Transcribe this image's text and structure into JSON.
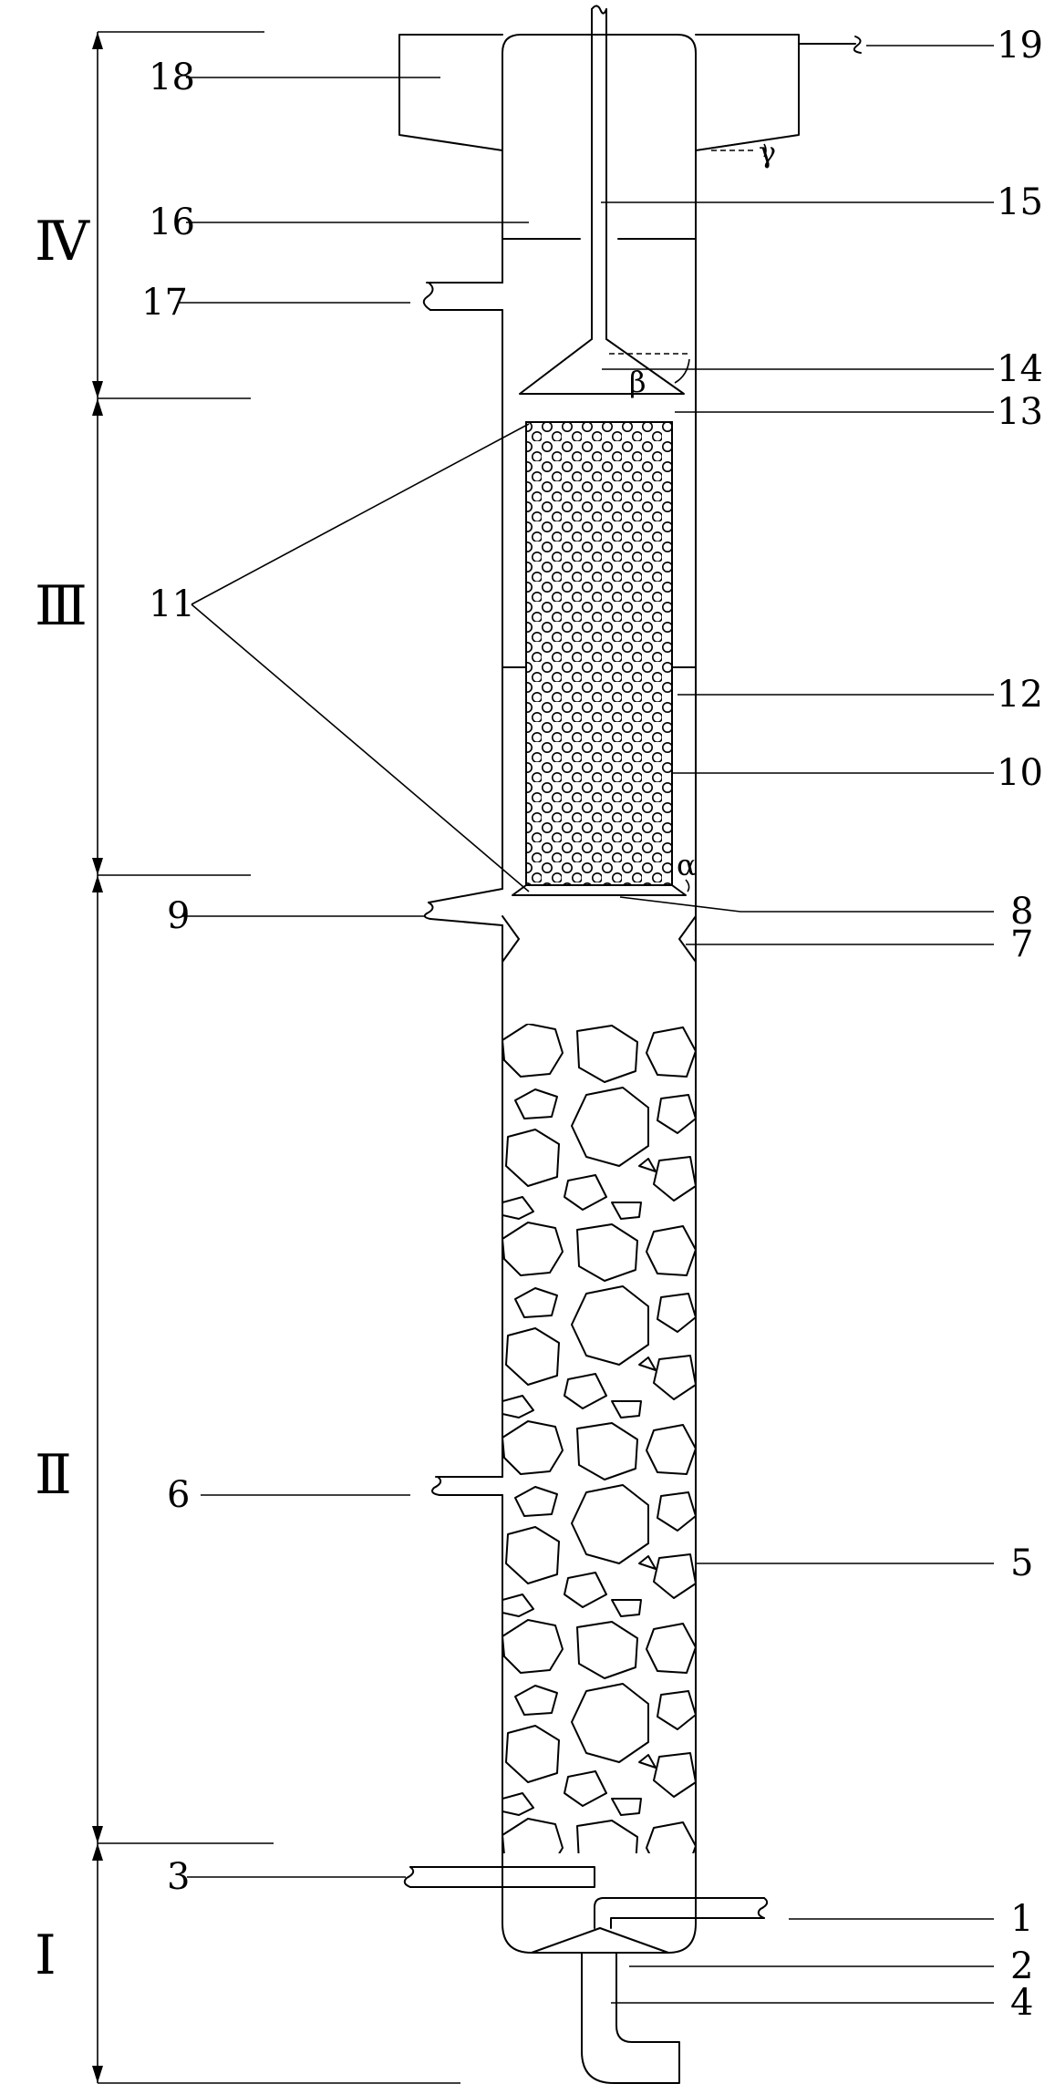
{
  "zones": [
    "Ⅳ",
    "Ⅲ",
    "Ⅱ",
    "Ⅰ"
  ],
  "callouts": {
    "c1": "1",
    "c2": "2",
    "c3": "3",
    "c4": "4",
    "c5": "5",
    "c6": "6",
    "c7": "7",
    "c8": "8",
    "c9": "9",
    "c10": "10",
    "c11": "11",
    "c12": "12",
    "c13": "13",
    "c14": "14",
    "c15": "15",
    "c16": "16",
    "c17": "17",
    "c18": "18",
    "c19": "19"
  },
  "angles": {
    "alpha": "α",
    "beta": "β",
    "gamma": "γ"
  },
  "colors": {
    "line": "#000000",
    "background": "#ffffff"
  }
}
